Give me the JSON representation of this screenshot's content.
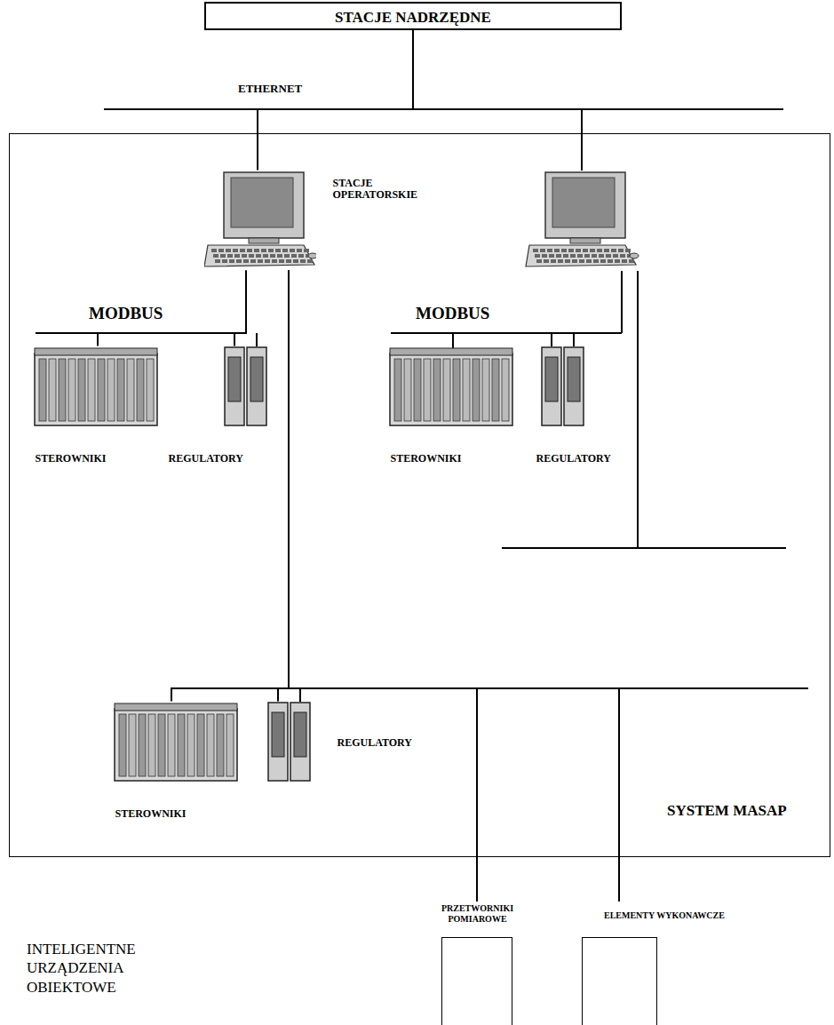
{
  "diagram": {
    "nodes": [
      {
        "text": [
          "STACJE NADRZĘDNE"
        ]
      },
      {
        "text": [
          "SYSTEM MASAP"
        ]
      },
      {
        "text": [
          "STACJE OPERATORSKIE"
        ],
        "in": 1
      },
      {
        "text": [
          "STEROWNIKI"
        ],
        "in": 1
      },
      {
        "text": [
          "REGULATORY"
        ],
        "in": 1
      },
      {
        "text": [
          "STEROWNIKI"
        ],
        "in": 1
      },
      {
        "text": [
          "REGULATORY"
        ],
        "in": 1
      },
      {
        "text": [
          "STEROWNIKI"
        ],
        "in": 1
      },
      {
        "text": [
          "REGULATORY"
        ],
        "in": 1
      },
      {
        "text": [
          "PRZETWORNIKI POMIAROWE"
        ]
      },
      {
        "text": [
          "ELEMENTY WYKONAWCZE"
        ]
      }
    ],
    "edges": [
      {
        "from": 0,
        "to": 2,
        "arrow": "none"
      },
      {
        "from": 2,
        "to": 3,
        "arrow": "none"
      },
      {
        "from": 2,
        "to": 4,
        "arrow": "none"
      },
      {
        "from": 2,
        "to": 7,
        "arrow": "none"
      },
      {
        "from": 2,
        "to": 8,
        "arrow": "none"
      },
      {
        "from": 2,
        "to": 9,
        "arrow": "none"
      },
      {
        "from": 2,
        "to": 10,
        "arrow": "none"
      }
    ],
    "labels": [
      "ETHERNET",
      "MODBUS",
      "MODBUS",
      "INTELIGENTNE URZĄDZENIA OBIEKTOWE"
    ]
  }
}
